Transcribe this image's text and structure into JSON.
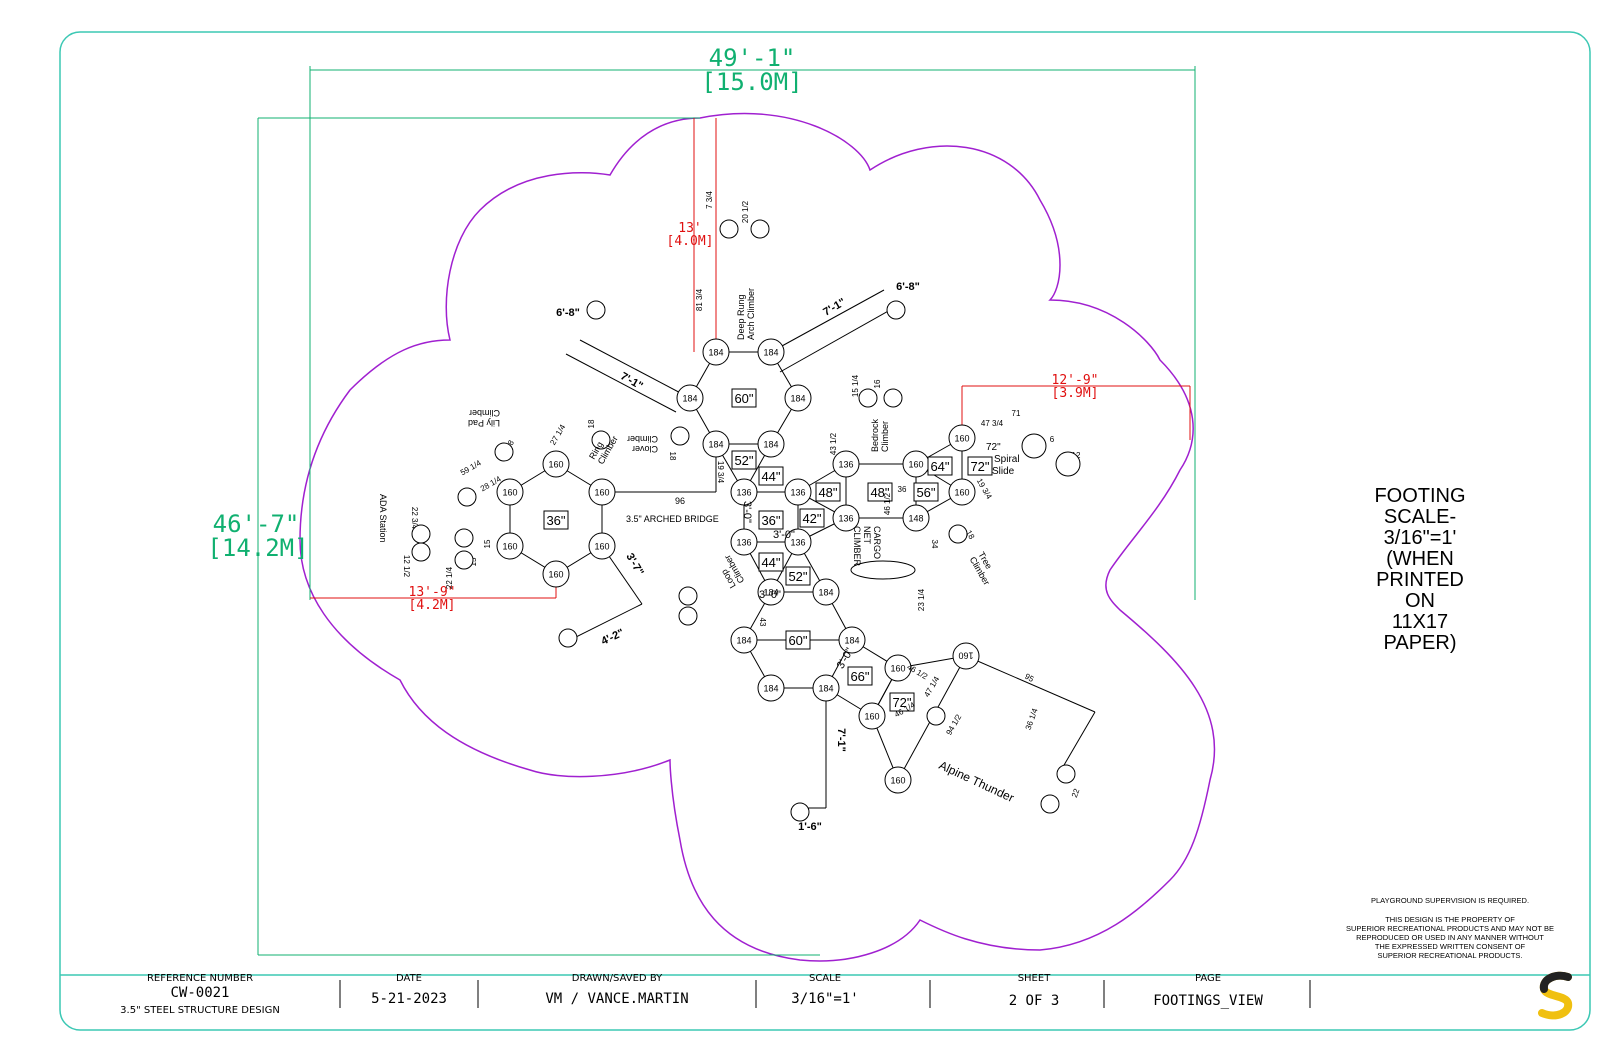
{
  "overall_width": {
    "ft": "49'-1\"",
    "m": "[15.0M]"
  },
  "overall_height": {
    "ft": "46'-7\"",
    "m": "[14.2M]"
  },
  "dim_top": {
    "ft": "13'",
    "m": "[4.0M]"
  },
  "dim_right": {
    "ft": "12'-9\"",
    "m": "[3.9M]"
  },
  "dim_left": {
    "ft": "13'-9\"",
    "m": "[4.2M]"
  },
  "note_scale": [
    "FOOTING",
    "SCALE-",
    "3/16\"=1'",
    "(WHEN",
    "PRINTED",
    "ON",
    "11X17",
    "PAPER)"
  ],
  "supervision": "PLAYGROUND SUPERVISION IS REQUIRED.",
  "property": [
    "THIS DESIGN IS THE PROPERTY OF",
    "SUPERIOR RECREATIONAL PRODUCTS AND MAY NOT BE",
    "REPRODUCED OR USED IN ANY MANNER WITHOUT",
    "THE EXPRESSED WRITTEN CONSENT OF",
    "SUPERIOR RECREATIONAL PRODUCTS."
  ],
  "title_block": {
    "ref_label": "REFERENCE NUMBER",
    "ref_value": "CW-0021",
    "ref_desc": "3.5\" STEEL STRUCTURE DESIGN",
    "date_label": "DATE",
    "date_value": "5-21-2023",
    "drawn_label": "DRAWN/SAVED BY",
    "drawn_value": "VM / VANCE.MARTIN",
    "scale_label": "SCALE",
    "scale_value": "3/16\"=1'",
    "sheet_label": "SHEET",
    "sheet_value": "2 OF 3",
    "page_label": "PAGE",
    "page_value": "FOOTINGS_VIEW"
  },
  "labels": {
    "bridge": "3.5\" ARCHED BRIDGE",
    "deep_rung": [
      "Deep Rung",
      "Arch Climber"
    ],
    "bedrock": [
      "Bedrock",
      "Climber"
    ],
    "spiral": [
      "72\"",
      "Spiral",
      "Slide"
    ],
    "cargo": [
      "CARGO",
      "NET",
      "CLIMBER"
    ],
    "tree": [
      "Tree",
      "Climber"
    ],
    "clover": [
      "Clover",
      "Climber"
    ],
    "ring": [
      "Ring",
      "Climber"
    ],
    "lily": [
      "Lily Pad",
      "Climber"
    ],
    "ada": "ADA Station",
    "loop": [
      "Loop",
      "Climber"
    ],
    "alpine": "Alpine Thunder"
  },
  "posts": [
    {
      "v": "184"
    },
    {
      "v": "184"
    },
    {
      "v": "184"
    },
    {
      "v": "184"
    },
    {
      "v": "184"
    },
    {
      "v": "184"
    },
    {
      "v": "136"
    },
    {
      "v": "136"
    },
    {
      "v": "136"
    },
    {
      "v": "136"
    },
    {
      "v": "136"
    },
    {
      "v": "136"
    },
    {
      "v": "160"
    },
    {
      "v": "160"
    },
    {
      "v": "160"
    },
    {
      "v": "160"
    },
    {
      "v": "160"
    },
    {
      "v": "160"
    },
    {
      "v": "160"
    },
    {
      "v": "160"
    },
    {
      "v": "160"
    },
    {
      "v": "148"
    },
    {
      "v": "184"
    },
    {
      "v": "184"
    },
    {
      "v": "184"
    },
    {
      "v": "184"
    },
    {
      "v": "184"
    },
    {
      "v": "184"
    },
    {
      "v": "160"
    },
    {
      "v": "160"
    },
    {
      "v": "160"
    },
    {
      "v": "160"
    }
  ],
  "decks": [
    {
      "v": "60\""
    },
    {
      "v": "52\""
    },
    {
      "v": "44\""
    },
    {
      "v": "36\""
    },
    {
      "v": "42\""
    },
    {
      "v": "48\""
    },
    {
      "v": "48\""
    },
    {
      "v": "64\""
    },
    {
      "v": "56\""
    },
    {
      "v": "72\""
    },
    {
      "v": "36\""
    },
    {
      "v": "44\""
    },
    {
      "v": "52\""
    },
    {
      "v": "60\""
    },
    {
      "v": "66\""
    },
    {
      "v": "72\""
    }
  ],
  "dims": [
    {
      "v": "7'-1\""
    },
    {
      "v": "7'-1\""
    },
    {
      "v": "6'-8\""
    },
    {
      "v": "6'-8\""
    },
    {
      "v": "3'-7\""
    },
    {
      "v": "4'-2\""
    },
    {
      "v": "7'-1\""
    },
    {
      "v": "1'-6\""
    },
    {
      "v": "3'-0\""
    },
    {
      "v": "3'-0\""
    },
    {
      "v": "3'-0\""
    },
    {
      "v": "3'-0\""
    },
    {
      "v": "96"
    }
  ],
  "small_dims": [
    {
      "v": "7 3/4"
    },
    {
      "v": "20 1/2"
    },
    {
      "v": "81 3/4"
    },
    {
      "v": "15 1/4"
    },
    {
      "v": "16"
    },
    {
      "v": "43 1/2"
    },
    {
      "v": "71"
    },
    {
      "v": "47 3/4"
    },
    {
      "v": "6"
    },
    {
      "v": "12"
    },
    {
      "v": "19 3/4"
    },
    {
      "v": "18"
    },
    {
      "v": "34"
    },
    {
      "v": "42"
    },
    {
      "v": "23 1/4"
    },
    {
      "v": "46 1/2"
    },
    {
      "v": "36"
    },
    {
      "v": "18"
    },
    {
      "v": "19 3/4"
    },
    {
      "v": "27 1/4"
    },
    {
      "v": "18"
    },
    {
      "v": "18"
    },
    {
      "v": "59 1/4"
    },
    {
      "v": "28 1/4"
    },
    {
      "v": "22 3/4"
    },
    {
      "v": "15"
    },
    {
      "v": "12 1/2"
    },
    {
      "v": "22 1/4"
    },
    {
      "v": "15"
    },
    {
      "v": "43"
    },
    {
      "v": "3"
    },
    {
      "v": "46 1/2"
    },
    {
      "v": "47 1/4"
    },
    {
      "v": "94 1/2"
    },
    {
      "v": "95"
    },
    {
      "v": "36 1/4"
    },
    {
      "v": "22"
    },
    {
      "v": "46 1/4"
    }
  ],
  "colors": {
    "frame": "#3cc8b4",
    "boundary": "#a020d0",
    "dim_green": "#10b070",
    "dim_red": "#e01010",
    "logo_yellow": "#f0c010"
  }
}
